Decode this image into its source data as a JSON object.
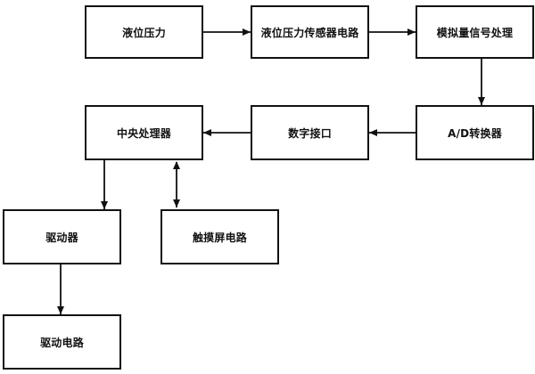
{
  "nodes": {
    "liquid_pressure": "液位压力",
    "sensor_circuit": "液位压力传感器电路",
    "analog_processing": "模拟量信号处理",
    "ad_converter": "A/D转换器",
    "digital_interface": "数字接口",
    "cpu": "中央处理器",
    "driver": "驱动器",
    "touchscreen_circuit": "触摸屏电路",
    "drive_circuit": "驱动电路"
  },
  "colors": {
    "line": "#111111",
    "box_fill": "#ffffff"
  }
}
